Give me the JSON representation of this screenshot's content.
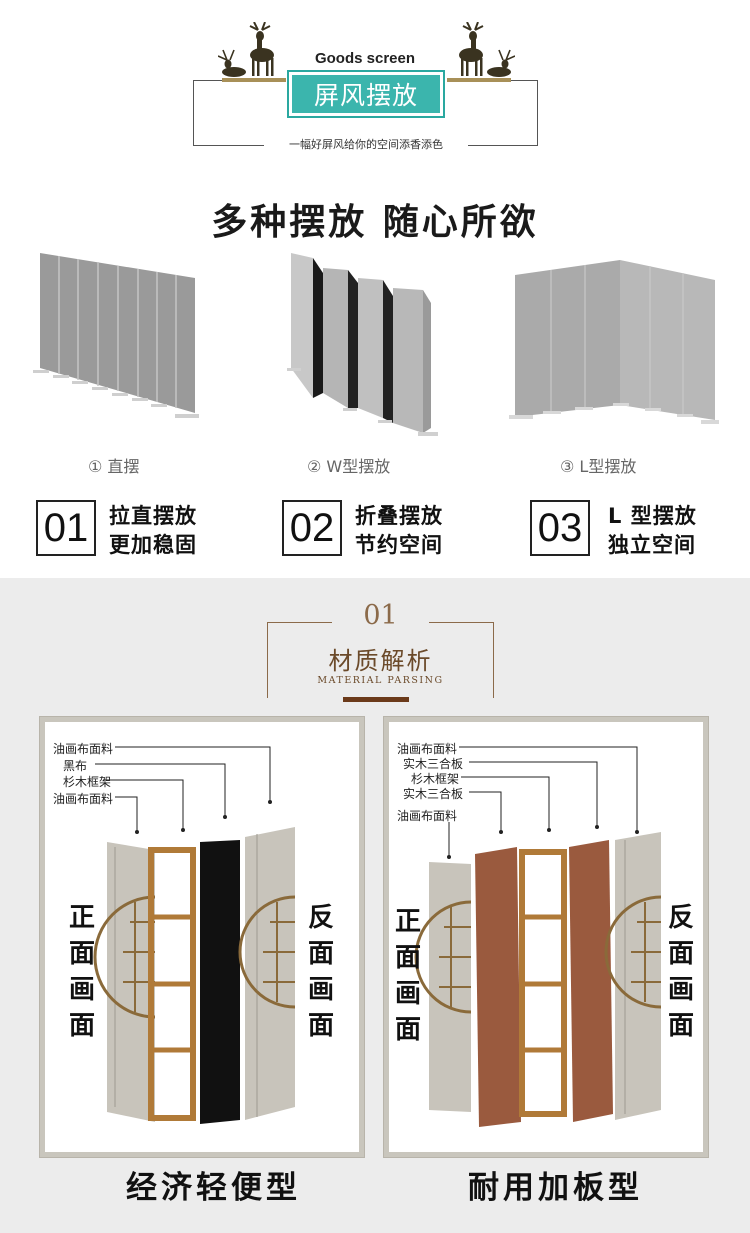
{
  "header": {
    "en_title": "Goods screen",
    "title": "屏风摆放",
    "tagline": "一幅好屏风给你的空间添香添色"
  },
  "main_title": "多种摆放  随心所欲",
  "arrangements": [
    {
      "caption": "① 直摆",
      "num": "01",
      "line1": "拉直摆放",
      "line2": "更加稳固"
    },
    {
      "caption": "② W型摆放",
      "num": "02",
      "line1": "折叠摆放",
      "line2": "节约空间"
    },
    {
      "caption": "③ L型摆放",
      "num": "03",
      "line1": "L 型摆放",
      "line2": "独立空间"
    }
  ],
  "material": {
    "num": "01",
    "title": "材质解析",
    "en": "MATERIAL PARSING"
  },
  "panel_left": {
    "labels": [
      "油画布面料",
      "黑布",
      "杉木框架",
      "油画布面料"
    ],
    "front": [
      "正",
      "面",
      "画",
      "面"
    ],
    "back": [
      "反",
      "面",
      "画",
      "面"
    ],
    "name": "经济轻便型"
  },
  "panel_right": {
    "labels": [
      "油画布面料",
      "实木三合板",
      "杉木框架",
      "实木三合板",
      "油画布面料"
    ],
    "front": [
      "正",
      "面",
      "画",
      "面"
    ],
    "back": [
      "反",
      "面",
      "画",
      "面"
    ],
    "name": "耐用加板型"
  },
  "colors": {
    "accent": "#3bb5ad",
    "brown": "#8b6a4a",
    "section_bg": "#ececec"
  }
}
